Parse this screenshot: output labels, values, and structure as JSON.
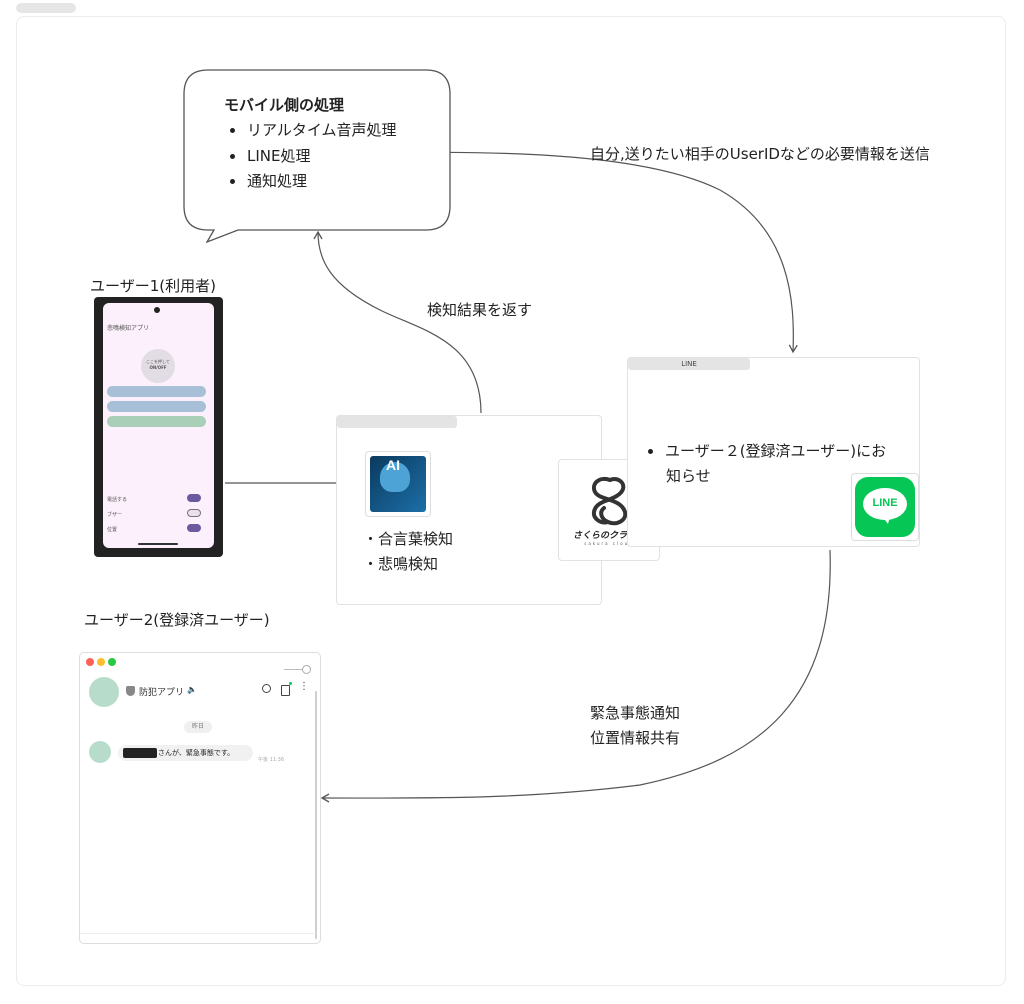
{
  "bubble": {
    "title": "モバイル側の処理",
    "items": [
      "リアルタイム音声処理",
      "LINE処理",
      "通知処理"
    ]
  },
  "edge_labels": {
    "send_info": "自分,送りたい相手のUserIDなどの必要情報を送信",
    "return_result": "検知結果を返す",
    "notify_line1": "緊急事態通知",
    "notify_line2": "位置情報共有"
  },
  "user1_label": "ユーザー1(利用者)",
  "user2_label": "ユーザー2(登録済ユーザー)",
  "ai_card": {
    "icon_text": "AI",
    "items": [
      "・合言葉検知",
      "・悲鳴検知"
    ]
  },
  "sakura": {
    "logo_text": "さくらのクラウド",
    "logo_sub": "sakura cloud"
  },
  "line_card": {
    "tab_label": "LINE",
    "notice_line1": "ユーザー２(登録済ユーザー)にお",
    "notice_line2": "知らせ",
    "logo_text": "LINE"
  },
  "phone": {
    "app_title": "悲鳴検知アプリ",
    "center_line1": "ここを押して",
    "center_line2": "ON/OFF",
    "toggles": [
      {
        "label": "電話する",
        "on": true
      },
      {
        "label": "ブザー",
        "on": false
      },
      {
        "label": "位置",
        "on": true
      }
    ]
  },
  "chat": {
    "title": "防犯アプリ",
    "date_badge": "昨日",
    "message": "さんが、緊急事態です。",
    "time": "午後 11:36"
  },
  "colors": {
    "line_green": "#06c755",
    "stroke": "#555555",
    "toggle_on": "#6b5aa0"
  }
}
